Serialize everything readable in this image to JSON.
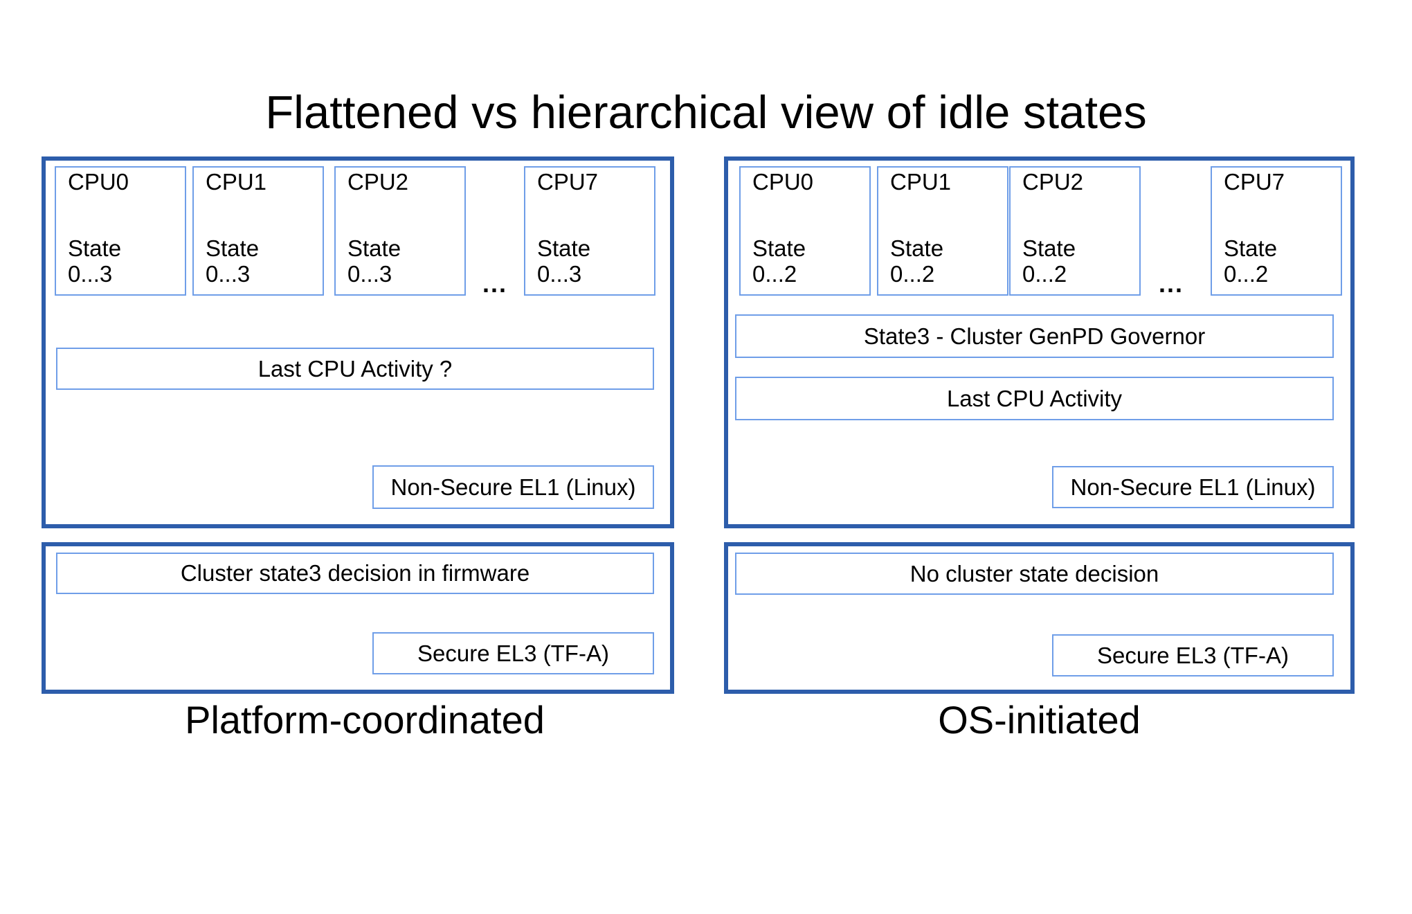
{
  "title": "Flattened vs hierarchical view of idle states",
  "colors": {
    "outer_border": "#2d5dab",
    "inner_border": "#6f9ee8",
    "text": "#000000",
    "background": "#ffffff"
  },
  "left_panel": {
    "caption": "Platform-coordinated",
    "ellipsis": "...",
    "cpus": [
      {
        "name": "CPU0",
        "state_label": "State",
        "state_range": "0...3"
      },
      {
        "name": "CPU1",
        "state_label": "State",
        "state_range": "0...3"
      },
      {
        "name": "CPU2",
        "state_label": "State",
        "state_range": "0...3"
      },
      {
        "name": "CPU7",
        "state_label": "State",
        "state_range": "0...3"
      }
    ],
    "activity_box": "Last CPU Activity ?",
    "el1_box": "Non-Secure EL1 (Linux)",
    "firmware_box": "Cluster state3 decision in firmware",
    "el3_box": "Secure EL3 (TF-A)"
  },
  "right_panel": {
    "caption": "OS-initiated",
    "ellipsis": "...",
    "cpus": [
      {
        "name": "CPU0",
        "state_label": "State",
        "state_range": "0...2"
      },
      {
        "name": "CPU1",
        "state_label": "State",
        "state_range": "0...2"
      },
      {
        "name": "CPU2",
        "state_label": "State",
        "state_range": "0...2"
      },
      {
        "name": "CPU7",
        "state_label": "State",
        "state_range": "0...2"
      }
    ],
    "governor_box": "State3 - Cluster GenPD Governor",
    "activity_box": "Last CPU Activity",
    "el1_box": "Non-Secure EL1 (Linux)",
    "no_decision_box": "No cluster state decision",
    "el3_box": "Secure EL3 (TF-A)"
  }
}
